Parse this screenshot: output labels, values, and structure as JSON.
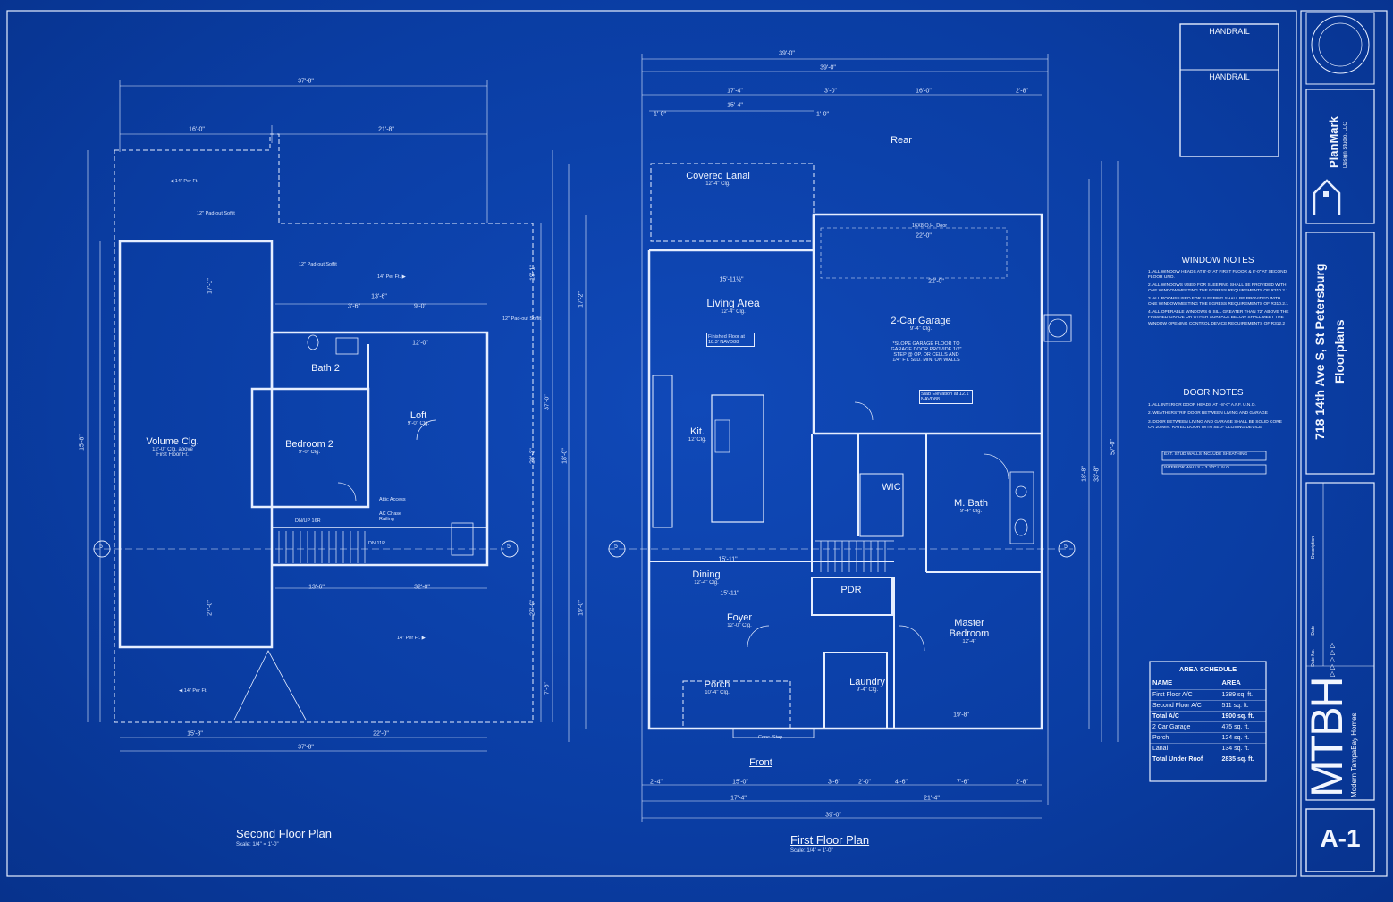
{
  "second_floor": {
    "title": "Second Floor Plan",
    "scale": "Scale: 1/4\" = 1'-0\"",
    "rooms": {
      "volume": "Volume Clg.",
      "volume_sub1": "12'-0\" Clg. above",
      "volume_sub2": "First Floor Fr.",
      "bedroom2": "Bedroom 2",
      "bedroom2_sub": "9'-0\" Clg.",
      "loft": "Loft",
      "loft_sub": "9'-0\" Clg.",
      "bath2": "Bath 2"
    },
    "dims": {
      "top_overall": "37'-8\"",
      "top_left": "16'-0\"",
      "top_right": "21'-8\"",
      "bottom_overall": "37'-8\"",
      "bottom_left": "15'-8\"",
      "bottom_right": "22'-0\"",
      "mid_a": "13'-6\"",
      "mid_b": "12'-0\"",
      "mid_c": "9'-0\"",
      "mid_d": "3'-6\"",
      "mid_e": "13'-6\"",
      "mid_f": "32'-0\"",
      "left_total": "15'-8\"",
      "left_a": "17'-1\"",
      "left_b": "27'-0\"",
      "right_total": "37'-0\"",
      "right_a": "19'-1\"",
      "right_b": "28'-3\"",
      "right_c": "27'-0\"",
      "right_d": "7'-6\""
    },
    "notes": {
      "per_ft_1": "14\" Per Ft.",
      "per_ft_2": "14\" Per Ft.",
      "per_ft_3": "14\" Per Ft.",
      "per_ft_4": "14\" Per Ft.",
      "padout_1": "12\" Pad-out Soffit",
      "padout_2": "12\" Pad-out Soffit",
      "padout_3": "12\" Pad-out Soffit",
      "attic": "Attic Access",
      "ac_chase": "AC Chase Railing",
      "dn": "DN 11R",
      "up": "DN/UP 16R"
    },
    "section_marks": [
      "5",
      "5"
    ]
  },
  "first_floor": {
    "title": "First Floor Plan",
    "scale": "Scale: 1/4\" = 1'-0\"",
    "rooms": {
      "rear": "Rear",
      "front": "Front",
      "lanai": "Covered Lanai",
      "lanai_sub": "12'-4\" Clg.",
      "living": "Living Area",
      "living_sub": "12'-4\" Clg.",
      "garage": "2-Car Garage",
      "garage_sub": "9'-4\" Clg.",
      "garage_note": "*SLOPE GARAGE FLOOR TO GARAGE DOOR PROVIDE 1/2\" STEP @ OP. OR CELLS AND 1/4\" FT. SLD. MIN. ON WALLS",
      "kit": "Kit.",
      "kit_sub": "12' Clg.",
      "wic": "WIC",
      "mbath": "M. Bath",
      "mbath_sub": "9'-4\" Clg.",
      "dining": "Dining",
      "dining_sub": "12'-4\" Clg.",
      "pdr": "PDR",
      "foyer": "Foyer",
      "foyer_sub": "12'-0\" Clg.",
      "master": "Master Bedroom",
      "master_sub": "12'-4\"",
      "porch": "Porch",
      "porch_sub": "10'-4\" Clg.",
      "laundry": "Laundry",
      "laundry_sub": "9'-4\" Clg.",
      "finished_floor": "Finished Floor at 18.3' NAVD88",
      "slab_elev": "Slab Elevation at 12.1' NAVD88",
      "garage_door": "16X8 O.H. Door",
      "conc_step": "Conc. Step"
    },
    "dims": {
      "top_overall_1": "39'-0\"",
      "top_overall_2": "39'-0\"",
      "top_a": "17'-4\"",
      "top_b": "3'-0\"",
      "top_c": "16'-0\"",
      "top_d": "2'-8\"",
      "top_e": "15'-4\"",
      "top_f": "1'-0\"",
      "top_g": "1'-0\"",
      "garage_w": "22'-0\"",
      "garage_w2": "22'-0\"",
      "living_w": "15'-11½\"",
      "dining_w": "15'-11\"",
      "foyer_w": "15'-11\"",
      "master_w": "19'-8\"",
      "bottom_a": "2'-4\"",
      "bottom_b": "15'-0\"",
      "bottom_c": "3'-6\"",
      "bottom_d": "2'-0\"",
      "bottom_e": "4'-6\"",
      "bottom_f": "7'-6\"",
      "bottom_g": "2'-8\"",
      "bottom_h": "17'-4\"",
      "bottom_i": "21'-4\"",
      "bottom_overall": "39'-0\"",
      "right_overall": "57'-0\"",
      "right_a": "33'-8\"",
      "right_b": "18'-8\"",
      "left_a": "19'-0\"",
      "left_b": "18'-0\"",
      "left_c": "17'-2\""
    },
    "section_marks": [
      "5",
      "5"
    ]
  },
  "handrail": {
    "title1": "HANDRAIL",
    "title2": "HANDRAIL"
  },
  "window_notes": {
    "title": "WINDOW NOTES",
    "items": [
      "1. ALL WINDOW HEADS AT 8'-0\" AT FIRST FLOOR & 8'-0\" AT SECOND FLOOR UNO.",
      "2. ALL WINDOWS USED FOR SLEEPING SHALL BE PROVIDED WITH ONE WINDOW MEETING THE EGRESS REQUIREMENTS OF R310.2.1",
      "3. ALL ROOMS USED FOR SLEEPING SHALL BE PROVIDED WITH ONE WINDOW MEETING THE EGRESS REQUIREMENTS OF R310.2.1",
      "4. ALL OPERABLE WINDOWS 6' SILL GREATER THAN 72\" ABOVE THE FINISHED GRADE OR OTHER SURFACE BELOW SHALL MEET THE WINDOW OPENING CONTROL DEVICE REQUIREMENTS OF R312.2"
    ]
  },
  "door_notes": {
    "title": "DOOR NOTES",
    "items": [
      "1. ALL INTERIOR DOOR HEADS AT +8'-0\" A.F.F. U.N.O.",
      "2. WEATHERSTRIP DOOR BETWEEN LIVING AND GARAGE",
      "3. DOOR BETWEEN LIVING AND GARAGE SHALL BE SOLID CORE OR 20 MIN. RATED DOOR WITH SELF CLOSING DEVICE"
    ],
    "legend1": "EXT. STUD WALLS INCLUDE SHEATHING",
    "legend2": "INTERIOR WALLS = 3 1/2\" U.N.O."
  },
  "area_schedule": {
    "title": "AREA SCHEDULE",
    "col_name": "NAME",
    "col_area": "AREA",
    "rows": [
      {
        "name": "First Floor A/C",
        "area": "1389 sq. ft.",
        "bold": false
      },
      {
        "name": "Second Floor A/C",
        "area": "511 sq. ft.",
        "bold": false
      },
      {
        "name": "Total A/C",
        "area": "1900 sq. ft.",
        "bold": true
      },
      {
        "name": "2 Car Garage",
        "area": "475 sq. ft.",
        "bold": false
      },
      {
        "name": "Porch",
        "area": "124 sq. ft.",
        "bold": false
      },
      {
        "name": "Lanai",
        "area": "134 sq. ft.",
        "bold": false
      },
      {
        "name": "Total Under Roof",
        "area": "2835 sq. ft.",
        "bold": true
      }
    ]
  },
  "title_block": {
    "firm": "PlanMark",
    "firm_sub": "Design Studio, LLC",
    "address": "718 14th Ave S, St Petersburg",
    "sheet_name": "Floorplans",
    "description_label": "Description",
    "date_label": "Date",
    "date_no_label": "Date No.",
    "logo": "MTBH",
    "logo_sub": "Modern TampaBay Homes",
    "sheet_number": "A-1"
  },
  "colors": {
    "background": "#0a3fa6",
    "line": "#e6eeff"
  }
}
